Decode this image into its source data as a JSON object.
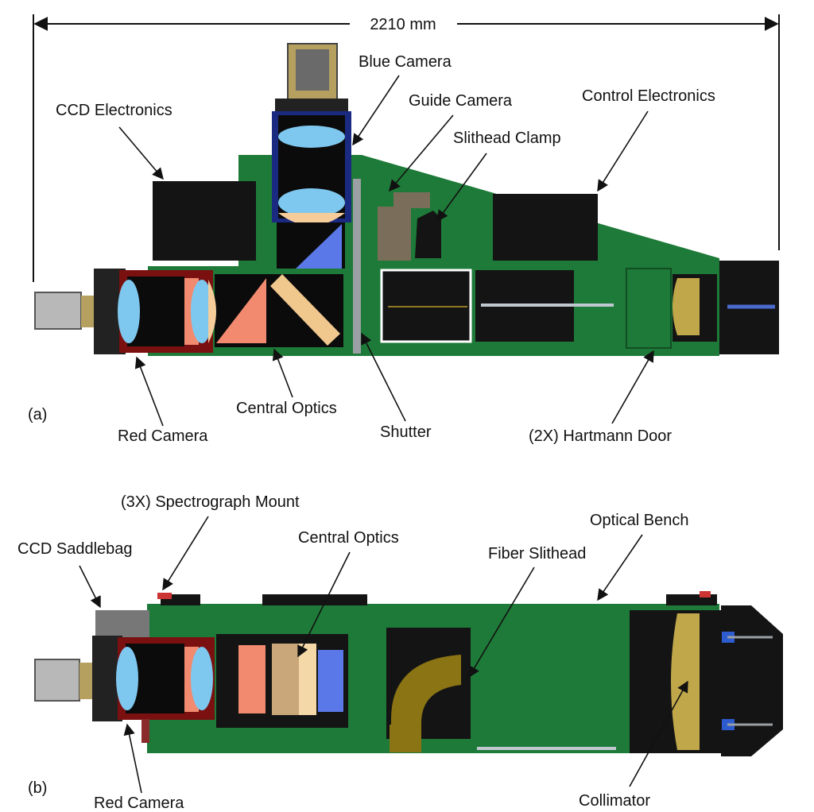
{
  "dimension": {
    "text": "2210 mm"
  },
  "panels": [
    {
      "id": "a",
      "label": "(a)"
    },
    {
      "id": "b",
      "label": "(b)"
    }
  ],
  "callouts": {
    "a": {
      "ccd_electronics": "CCD Electronics",
      "blue_camera": "Blue Camera",
      "guide_camera": "Guide Camera",
      "slithead_clamp": "Slithead Clamp",
      "control_electronics": "Control Electronics",
      "red_camera": "Red Camera",
      "central_optics": "Central Optics",
      "shutter": "Shutter",
      "hartmann_door": "(2X) Hartmann Door"
    },
    "b": {
      "spectrograph_mount": "(3X) Spectrograph Mount",
      "ccd_saddlebag": "CCD Saddlebag",
      "central_optics": "Central Optics",
      "fiber_slithead": "Fiber Slithead",
      "optical_bench": "Optical Bench",
      "red_camera": "Red Camera",
      "collimator": "Collimator"
    }
  },
  "colors": {
    "bench_green": "#1e7a38",
    "component_black": "#141414",
    "lens_blue": "#7ec8f0",
    "lens_peach": "#f5cc9a",
    "prism_salmon": "#f28a70",
    "prism_blue": "#5a78e8",
    "camera_red": "#7a1010",
    "blue_camera_frame": "#1a2a80",
    "slithead_gold": "#8a7414"
  }
}
